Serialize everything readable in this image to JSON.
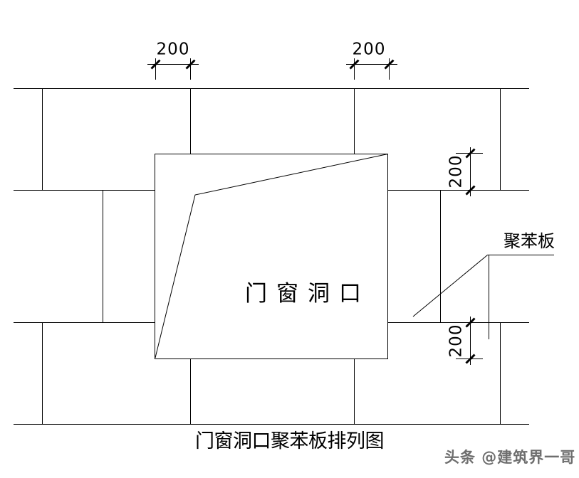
{
  "diagram": {
    "type": "construction-detail-elevation",
    "subject": "polystyrene board arrangement around a door/window opening"
  },
  "colors": {
    "background": "#ffffff",
    "line": "#000000",
    "text": "#000000",
    "watermark": "#6e6e6e"
  },
  "dimensions": {
    "top_left": {
      "value": "200"
    },
    "top_right": {
      "value": "200"
    },
    "right_upper": {
      "value": "200"
    },
    "right_lower": {
      "value": "200"
    }
  },
  "labels": {
    "opening": "门窗洞口",
    "board": "聚苯板",
    "title": "门窗洞口聚苯板排列图",
    "watermark": "头条 @建筑界一哥"
  }
}
